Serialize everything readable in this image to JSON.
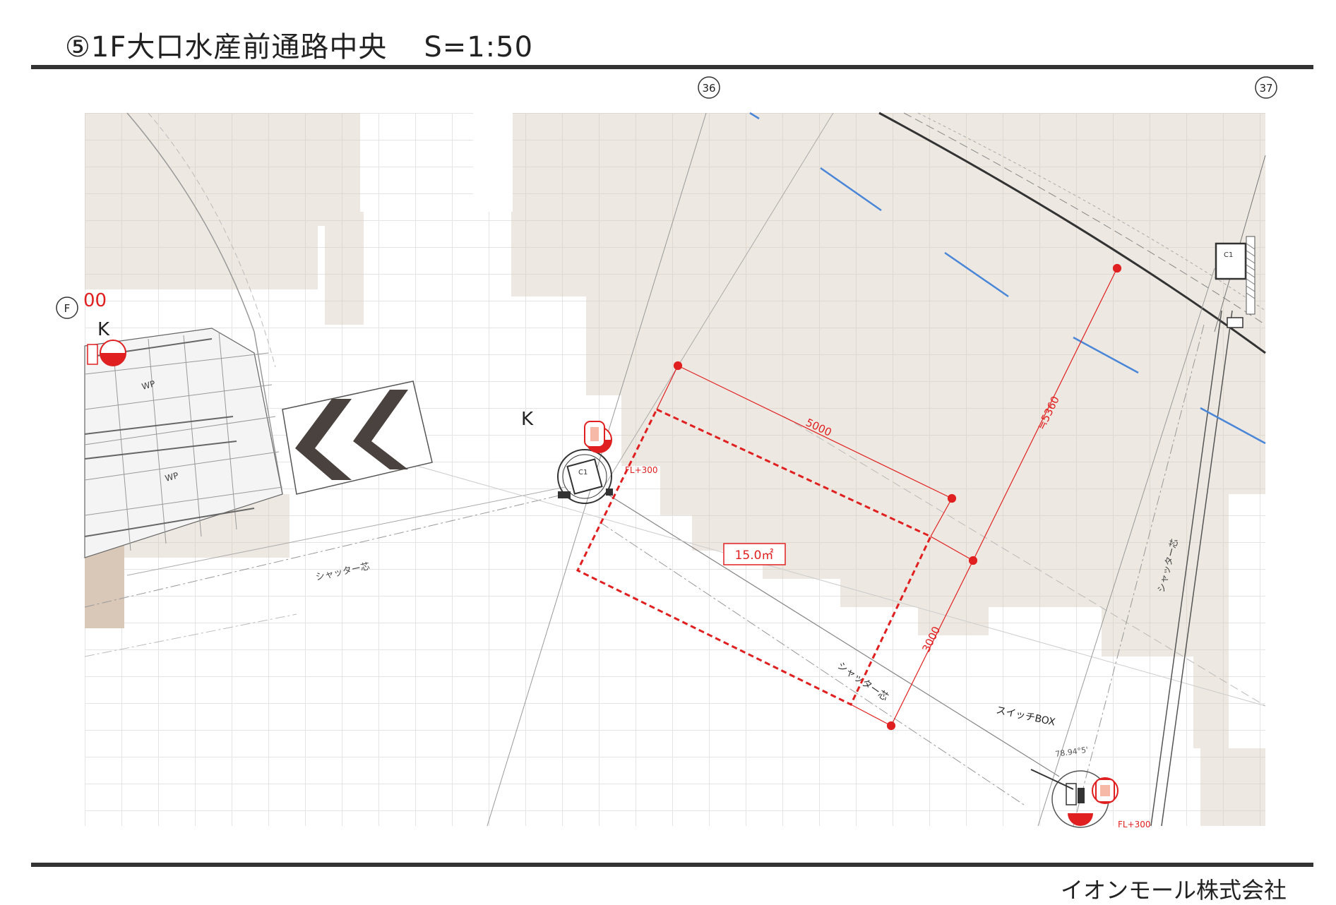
{
  "header": {
    "title": "⑤1F大口水産前通路中央",
    "scale": "S=1:50"
  },
  "footer": {
    "company": "イオンモール株式会社"
  },
  "plan": {
    "grid_labels": [
      "36",
      "37",
      "F"
    ],
    "zone_marks": [
      "K",
      "K"
    ],
    "column_tags": [
      "C1",
      "C1"
    ],
    "floor_level": [
      "FL+300",
      "FL+300"
    ],
    "wp_labels": [
      "WP",
      "WP"
    ],
    "shutter_labels": [
      "シャッター芯",
      "シャッター芯",
      "シャッター芯"
    ],
    "switch_box_label": "スイッチBOX",
    "angle_note": "78.94°5'",
    "left_cut_text": "00",
    "dimensions": {
      "width": "5000",
      "depth": "3000",
      "diagonal": "≒5360"
    },
    "area_label": "15.0㎡"
  },
  "colors": {
    "accent_red": "#e02020",
    "line_dark": "#333333",
    "tile_beige": "#ede8e1",
    "tile_white": "#ffffff",
    "blue_mark": "#4a86d8",
    "chevron": "#4a423e"
  }
}
